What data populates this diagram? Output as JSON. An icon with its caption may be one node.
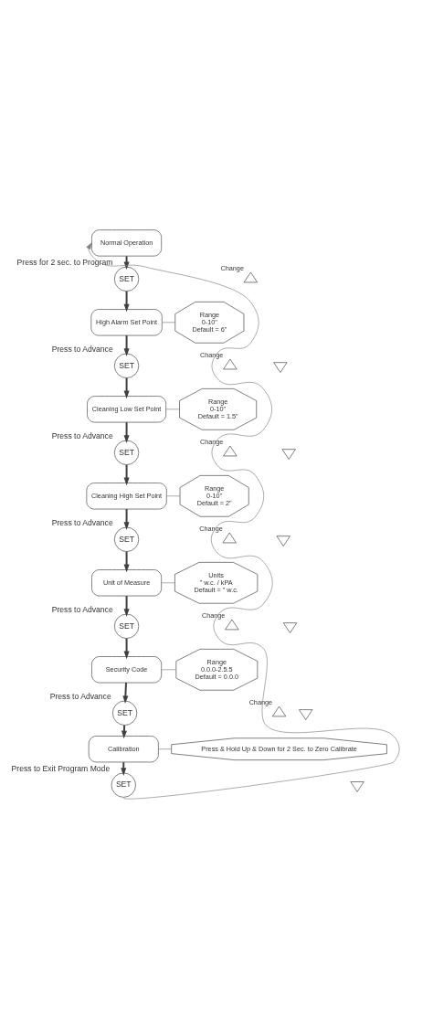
{
  "diagram": {
    "nodes": [
      {
        "text": [
          "Normal Operation"
        ]
      },
      {
        "text": [
          "SET"
        ],
        "beside": [
          "Press for 2 sec. to Program"
        ]
      },
      {
        "text": [
          "High Alarm Set Point"
        ]
      },
      {
        "text": [],
        "shape": "triangle",
        "beside": [
          "Change"
        ]
      },
      {
        "text": [],
        "shape": "invtriangle"
      },
      {
        "text": [
          "Range",
          "0-10\"",
          "Default = 6\""
        ]
      },
      {
        "text": [
          "SET"
        ],
        "beside": [
          "Press to Advance"
        ]
      },
      {
        "text": [
          "Cleaning Low Set Point"
        ]
      },
      {
        "text": [],
        "shape": "triangle",
        "beside": [
          "Change"
        ]
      },
      {
        "text": [],
        "shape": "invtriangle"
      },
      {
        "text": [
          "Range",
          "0-10\"",
          "Default = 1.5\""
        ]
      },
      {
        "text": [
          "SET"
        ],
        "beside": [
          "Press to Advance"
        ]
      },
      {
        "text": [
          "Cleaning High Set Point"
        ]
      },
      {
        "text": [],
        "shape": "triangle",
        "beside": [
          "Change"
        ]
      },
      {
        "text": [],
        "shape": "invtriangle"
      },
      {
        "text": [
          "Range",
          "0-10\"",
          "Default = 2\""
        ]
      },
      {
        "text": [
          "SET"
        ],
        "beside": [
          "Press to Advance"
        ]
      },
      {
        "text": [
          "Unit of Measure"
        ]
      },
      {
        "text": [],
        "shape": "triangle",
        "beside": [
          "Change"
        ]
      },
      {
        "text": [],
        "shape": "invtriangle"
      },
      {
        "text": [
          "Units",
          "\" w.c. / kPA",
          "Default = \" w.c."
        ]
      },
      {
        "text": [
          "SET"
        ],
        "beside": [
          "Press to Advance"
        ]
      },
      {
        "text": [
          "Security Code"
        ]
      },
      {
        "text": [],
        "shape": "triangle",
        "beside": [
          "Change"
        ]
      },
      {
        "text": [],
        "shape": "invtriangle"
      },
      {
        "text": [
          "Range",
          "0.0.0-2.5.5",
          "Default = 0.0.0"
        ]
      },
      {
        "text": [
          "SET"
        ],
        "beside": [
          "Press to Advance"
        ]
      },
      {
        "text": [
          "Calibration"
        ]
      },
      {
        "text": [],
        "shape": "triangle",
        "beside": [
          "Change"
        ]
      },
      {
        "text": [],
        "shape": "invtriangle"
      },
      {
        "text": [
          "Press & Hold Up & Down for 2 Sec. to Zero Calibrate"
        ]
      },
      {
        "text": [
          "SET"
        ],
        "beside": [
          "Press to Exit Program Mode"
        ]
      }
    ],
    "edges": [
      {
        "from": 0,
        "to": 1,
        "arrow": "to"
      },
      {
        "from": 1,
        "to": 2,
        "arrow": "to"
      },
      {
        "from": 2,
        "to": 5,
        "arrow": "none",
        "color": "#7f7f7f"
      },
      {
        "from": 2,
        "to": 6,
        "arrow": "to"
      },
      {
        "from": 6,
        "to": 7,
        "arrow": "to"
      },
      {
        "from": 7,
        "to": 10,
        "arrow": "none",
        "color": "#7f7f7f"
      },
      {
        "from": 7,
        "to": 11,
        "arrow": "to"
      },
      {
        "from": 11,
        "to": 12,
        "arrow": "to"
      },
      {
        "from": 12,
        "to": 15,
        "arrow": "none",
        "color": "#7f7f7f"
      },
      {
        "from": 12,
        "to": 16,
        "arrow": "to"
      },
      {
        "from": 16,
        "to": 17,
        "arrow": "to"
      },
      {
        "from": 17,
        "to": 20,
        "arrow": "none",
        "color": "#7f7f7f"
      },
      {
        "from": 17,
        "to": 21,
        "arrow": "to"
      },
      {
        "from": 21,
        "to": 22,
        "arrow": "to"
      },
      {
        "from": 22,
        "to": 25,
        "arrow": "none",
        "color": "#7f7f7f"
      },
      {
        "from": 22,
        "to": 26,
        "arrow": "to"
      },
      {
        "from": 26,
        "to": 27,
        "arrow": "to"
      },
      {
        "from": 27,
        "to": 30,
        "arrow": "none",
        "color": "#7f7f7f"
      },
      {
        "from": 27,
        "to": 31,
        "arrow": "to"
      },
      {
        "from": 31,
        "to": 0,
        "arrow": "to",
        "color": "#7f7f7f"
      }
    ]
  }
}
